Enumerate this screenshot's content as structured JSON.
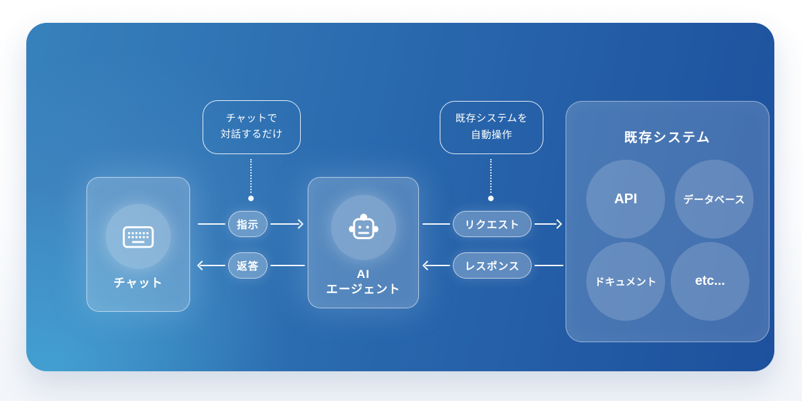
{
  "diagram": {
    "nodes": {
      "chat": {
        "label": "チャット",
        "icon": "keyboard-icon"
      },
      "agent": {
        "label_line1": "AI",
        "label_line2": "エージェント",
        "icon": "robot-icon"
      },
      "system": {
        "title": "既存システム",
        "items": [
          "API",
          "データベース",
          "ドキュメント",
          "etc..."
        ]
      }
    },
    "callouts": {
      "chat": {
        "line1": "チャットで",
        "line2": "対話するだけ"
      },
      "system": {
        "line1": "既存システムを",
        "line2": "自動操作"
      }
    },
    "flows": {
      "instruction": "指示",
      "reply": "返答",
      "request": "リクエスト",
      "response": "レスポンス"
    }
  },
  "theme": {
    "page_bg": "#ffffff",
    "card_left": "#3781bc",
    "card_mid": "#2968ad",
    "card_right": "#1d509d",
    "card_glow": "#50c0e8",
    "text": "#ffffff"
  }
}
